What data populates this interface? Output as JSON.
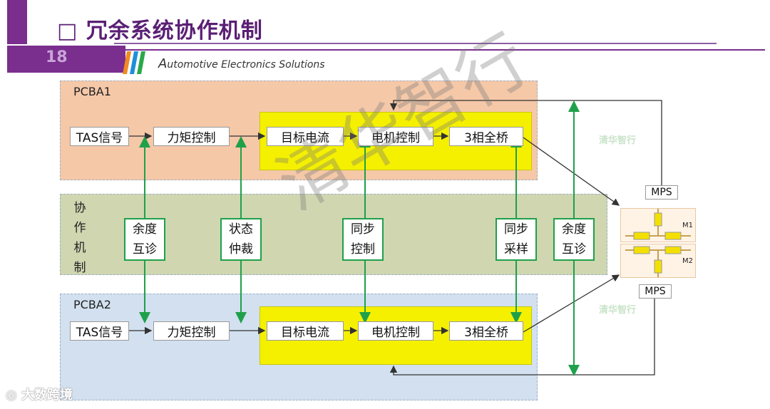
{
  "header": {
    "title": "□ 冗余系统协作机制",
    "slide_number": "18",
    "subtitle_initial": "A",
    "subtitle_rest": "utomotive Electronics Solutions"
  },
  "diagram": {
    "pcba1_label": "PCBA1",
    "pcba2_label": "PCBA2",
    "coop_label": [
      "协",
      "作",
      "机",
      "制"
    ],
    "pcba1": {
      "tas": "TAS信号",
      "torque": "力矩控制",
      "target_current": "目标电流",
      "motor_ctrl": "电机控制",
      "bridge": "3相全桥"
    },
    "pcba2": {
      "tas": "TAS信号",
      "torque": "力矩控制",
      "target_current": "目标电流",
      "motor_ctrl": "电机控制",
      "bridge": "3相全桥"
    },
    "mechanisms": [
      {
        "line1": "余度",
        "line2": "互诊"
      },
      {
        "line1": "状态",
        "line2": "仲裁"
      },
      {
        "line1": "同步",
        "line2": "控制"
      },
      {
        "line1": "同步",
        "line2": "采样"
      },
      {
        "line1": "余度",
        "line2": "互诊"
      }
    ],
    "mps_top": "MPS",
    "mps_bottom": "MPS",
    "motor1": "M1",
    "motor2": "M2"
  },
  "watermarks": {
    "big": "清华智行",
    "small_top": "清华智行",
    "small_bottom": "清华智行",
    "footer": "大数跨境"
  },
  "colors": {
    "brand_purple": "#7a2e8e",
    "pcba1_bg": "#f5c8a8",
    "coop_bg": "#cfd6b0",
    "pcba2_bg": "#d2e0ef",
    "highlight_yellow": "#f4f000",
    "arrow_green": "#1fa04a"
  }
}
